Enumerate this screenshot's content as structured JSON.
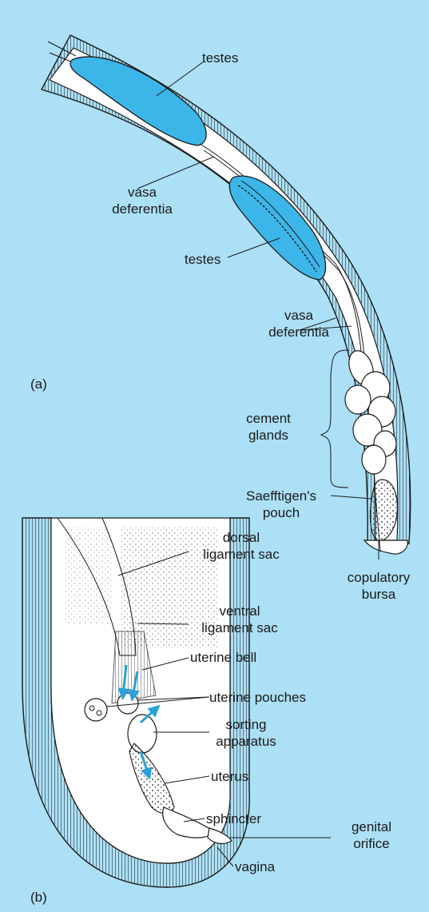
{
  "figure": {
    "panel_a": "(a)",
    "panel_b": "(b)",
    "labels_a": {
      "testes_1": "testes",
      "vasa_deferentia_1": [
        "vasa",
        "deferentia"
      ],
      "testes_2": "testes",
      "vasa_deferentia_2": [
        "vasa",
        "deferentia"
      ],
      "cement_glands": [
        "cement",
        "glands"
      ],
      "saefftigens_pouch": [
        "Saefftigen's",
        "pouch"
      ],
      "copulatory_bursa": [
        "copulatory",
        "bursa"
      ]
    },
    "labels_b": {
      "dorsal_ligament_sac": [
        "dorsal",
        "ligament sac"
      ],
      "ventral_ligament_sac": [
        "ventral",
        "ligament sac"
      ],
      "uterine_bell": "uterine bell",
      "uterine_pouches": "uterine pouches",
      "sorting_apparatus": [
        "sorting",
        "apparatus"
      ],
      "uterus": "uterus",
      "sphincter": "sphincter",
      "genital_orifice": [
        "genital",
        "orifice"
      ],
      "vagina": "vagina"
    },
    "colors": {
      "background": "#ace0f6",
      "organ_fill": "#3cb6e8",
      "arrow": "#2aa0d8",
      "line": "#1a1a1a",
      "body_fill": "#ffffff"
    }
  }
}
